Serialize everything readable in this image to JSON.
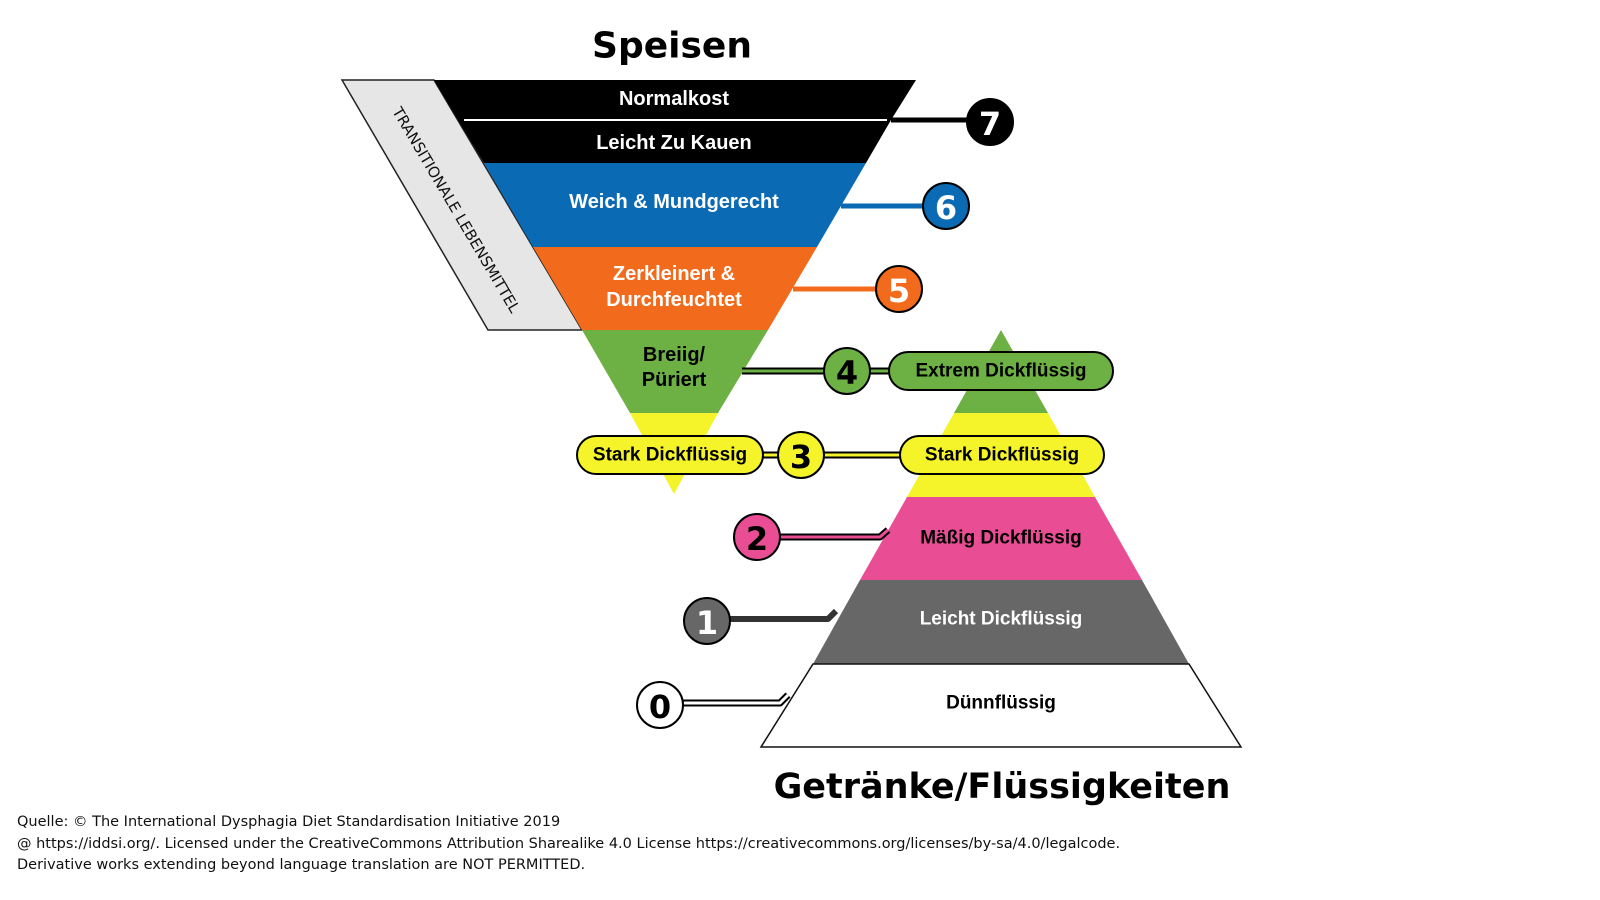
{
  "titles": {
    "food": "Speisen",
    "drinks": "Getränke/Flüssigkeiten"
  },
  "transitional_label": "TRANSITIONALE LEBENSMITTEL",
  "food_levels": [
    {
      "number": "7",
      "label_lines": [
        "Normalkost"
      ],
      "color": "#000000",
      "text_color": "#ffffff"
    },
    {
      "number": "7",
      "label_lines": [
        "Leicht Zu Kauen"
      ],
      "color": "#000000",
      "text_color": "#ffffff"
    },
    {
      "number": "6",
      "label_lines": [
        "Weich & Mundgerecht"
      ],
      "color": "#0a6ab3",
      "text_color": "#ffffff"
    },
    {
      "number": "5",
      "label_lines": [
        "Zerkleinert &",
        "Durchfeuchtet"
      ],
      "color": "#f26a1b",
      "text_color": "#ffffff"
    },
    {
      "number": "4",
      "label_lines": [
        "Breiig/",
        "Püriert"
      ],
      "color": "#6db044",
      "text_color": "#000000"
    },
    {
      "number": "3",
      "label_lines": [
        "Stark Dickflüssig"
      ],
      "color": "#f5f42a",
      "text_color": "#000000"
    }
  ],
  "drink_levels": [
    {
      "number": "4",
      "label": "Extrem Dickflüssig",
      "color": "#6db044",
      "text_color": "#000000"
    },
    {
      "number": "3",
      "label": "Stark Dickflüssig",
      "color": "#f5f42a",
      "text_color": "#000000"
    },
    {
      "number": "2",
      "label": "Mäßig Dickflüssig",
      "color": "#e94e95",
      "text_color": "#000000"
    },
    {
      "number": "1",
      "label": "Leicht Dickflüssig",
      "color": "#676767",
      "text_color": "#ffffff"
    },
    {
      "number": "0",
      "label": "Dünnflüssig",
      "color": "#ffffff",
      "text_color": "#000000"
    }
  ],
  "level_numbers": [
    {
      "value": "7",
      "color": "#000000",
      "text_color": "#ffffff"
    },
    {
      "value": "6",
      "color": "#0a6ab3",
      "text_color": "#ffffff"
    },
    {
      "value": "5",
      "color": "#f26a1b",
      "text_color": "#ffffff"
    },
    {
      "value": "4",
      "color": "#6db044",
      "text_color": "#000000"
    },
    {
      "value": "3",
      "color": "#f5f42a",
      "text_color": "#000000"
    },
    {
      "value": "2",
      "color": "#e94e95",
      "text_color": "#000000"
    },
    {
      "value": "1",
      "color": "#676767",
      "text_color": "#ffffff"
    },
    {
      "value": "0",
      "color": "#ffffff",
      "text_color": "#000000"
    }
  ],
  "transitional_color": "#e6e6e6",
  "source_lines": [
    "Quelle: © The International Dysphagia Diet Standardisation Initiative 2019",
    "@ https://iddsi.org/. Licensed under the CreativeCommons Attribution Sharealike 4.0 License https://creativecommons.org/licenses/by-sa/4.0/legalcode.",
    "Derivative works extending beyond language translation are NOT PERMITTED."
  ]
}
